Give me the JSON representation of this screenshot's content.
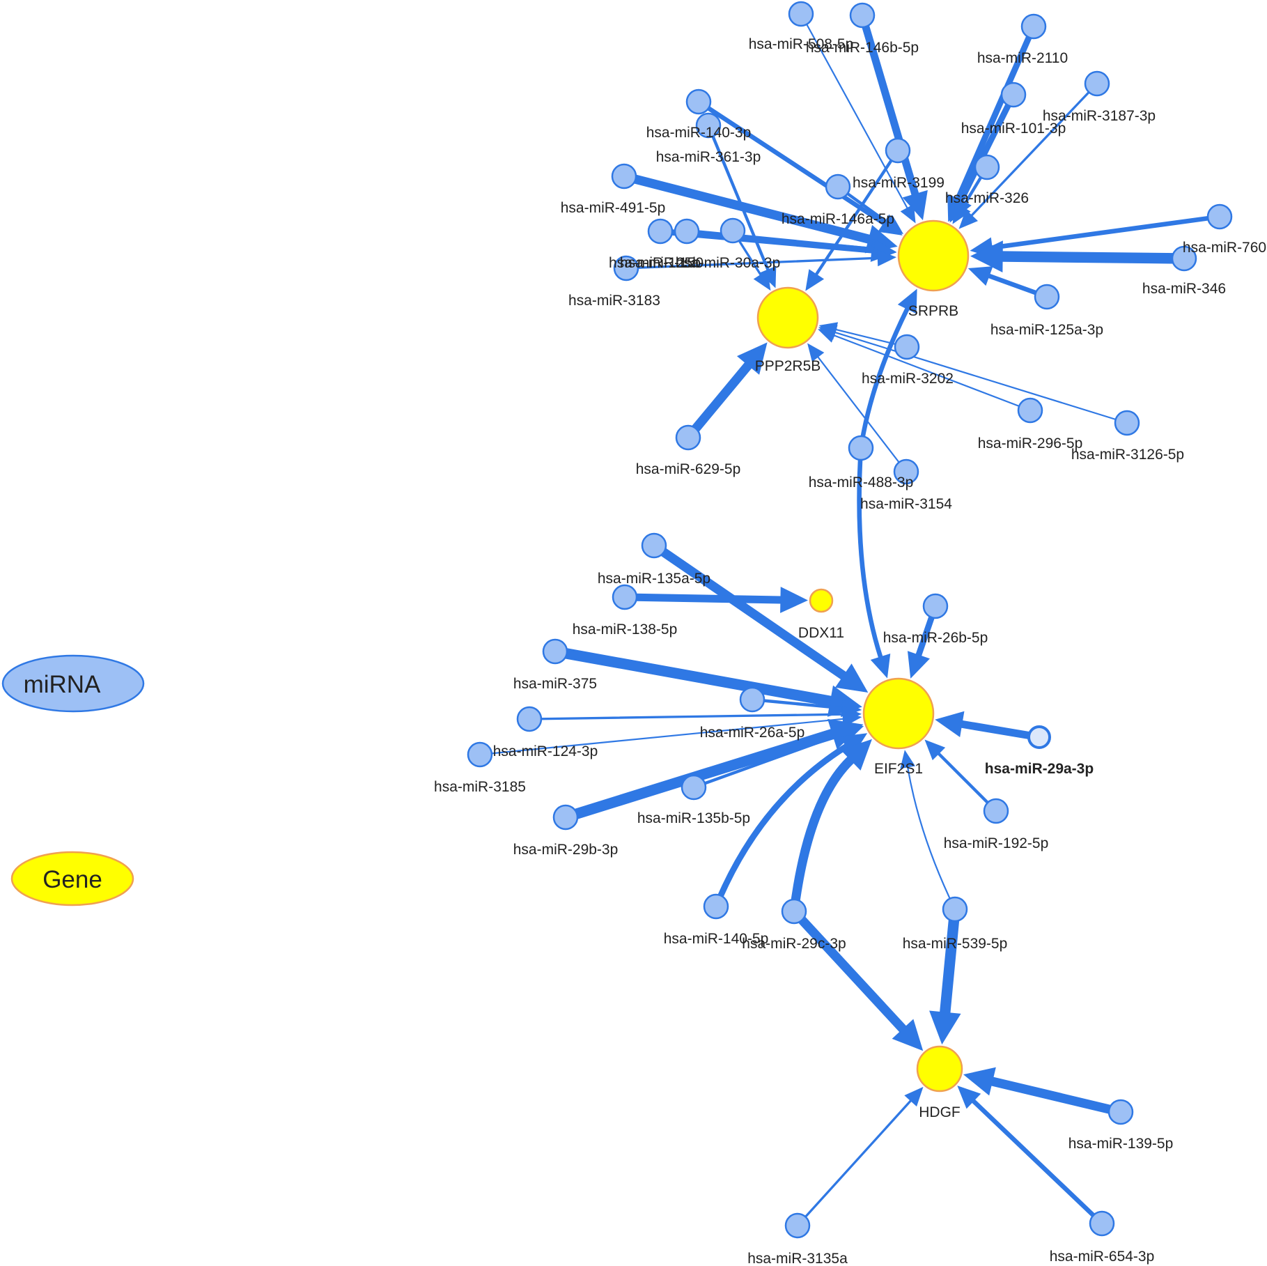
{
  "colors": {
    "edge": "#2f78e4",
    "mirna_fill": "#9dc0f5",
    "mirna_stroke": "#2f78e4",
    "gene_fill": "#ffff00",
    "gene_stroke": "#f0a050",
    "highlight_fill": "#dce8fb",
    "label": "#222222"
  },
  "legend": {
    "mirna": "miRNA",
    "gene": "Gene"
  },
  "genes": [
    {
      "id": "SRPRB",
      "label": "SRPRB"
    },
    {
      "id": "PPP2R5B",
      "label": "PPP2R5B"
    },
    {
      "id": "DDX11",
      "label": "DDX11"
    },
    {
      "id": "EIF2S1",
      "label": "EIF2S1"
    },
    {
      "id": "HDGF",
      "label": "HDGF"
    }
  ],
  "mirnas": [
    {
      "id": "m508",
      "label": "hsa-miR-508-5p"
    },
    {
      "id": "m146b",
      "label": "hsa-miR-146b-5p"
    },
    {
      "id": "m2110",
      "label": "hsa-miR-2110"
    },
    {
      "id": "m3187",
      "label": "hsa-miR-3187-3p"
    },
    {
      "id": "m101",
      "label": "hsa-miR-101-3p"
    },
    {
      "id": "m140_3p",
      "label": "hsa-miR-140-3p"
    },
    {
      "id": "m361",
      "label": "hsa-miR-361-3p"
    },
    {
      "id": "m3199",
      "label": "hsa-miR-3199"
    },
    {
      "id": "m326",
      "label": "hsa-miR-326"
    },
    {
      "id": "m491",
      "label": "hsa-miR-491-5p"
    },
    {
      "id": "m146a",
      "label": "hsa-miR-146a-5p"
    },
    {
      "id": "m760",
      "label": "hsa-miR-760"
    },
    {
      "id": "m150",
      "label": "hsa-miR-150"
    },
    {
      "id": "m125b",
      "label": "hsa-miR-125b"
    },
    {
      "id": "m30a",
      "label": "hsa-miR-30a-3p"
    },
    {
      "id": "m346",
      "label": "hsa-miR-346"
    },
    {
      "id": "m3183",
      "label": "hsa-miR-3183"
    },
    {
      "id": "m125a",
      "label": "hsa-miR-125a-3p"
    },
    {
      "id": "m3202",
      "label": "hsa-miR-3202"
    },
    {
      "id": "m296",
      "label": "hsa-miR-296-5p"
    },
    {
      "id": "m3126",
      "label": "hsa-miR-3126-5p"
    },
    {
      "id": "m629",
      "label": "hsa-miR-629-5p"
    },
    {
      "id": "m488",
      "label": "hsa-miR-488-3p"
    },
    {
      "id": "m3154",
      "label": "hsa-miR-3154"
    },
    {
      "id": "m135a",
      "label": "hsa-miR-135a-5p"
    },
    {
      "id": "m138",
      "label": "hsa-miR-138-5p"
    },
    {
      "id": "m26b",
      "label": "hsa-miR-26b-5p"
    },
    {
      "id": "m375",
      "label": "hsa-miR-375"
    },
    {
      "id": "m26a",
      "label": "hsa-miR-26a-5p"
    },
    {
      "id": "m124",
      "label": "hsa-miR-124-3p"
    },
    {
      "id": "m29a",
      "label": "hsa-miR-29a-3p",
      "highlight": true
    },
    {
      "id": "m3185",
      "label": "hsa-miR-3185"
    },
    {
      "id": "m135b",
      "label": "hsa-miR-135b-5p"
    },
    {
      "id": "m192",
      "label": "hsa-miR-192-5p"
    },
    {
      "id": "m29b",
      "label": "hsa-miR-29b-3p"
    },
    {
      "id": "m140_5p",
      "label": "hsa-miR-140-5p"
    },
    {
      "id": "m29c",
      "label": "hsa-miR-29c-3p"
    },
    {
      "id": "m539",
      "label": "hsa-miR-539-5p"
    },
    {
      "id": "m139",
      "label": "hsa-miR-139-5p"
    },
    {
      "id": "m3135a",
      "label": "hsa-miR-3135a"
    },
    {
      "id": "m654",
      "label": "hsa-miR-654-3p"
    }
  ],
  "edges": [
    {
      "from": "m508",
      "to": "SRPRB",
      "weight": 1
    },
    {
      "from": "m146b",
      "to": "SRPRB",
      "weight": 5
    },
    {
      "from": "m2110",
      "to": "SRPRB",
      "weight": 4
    },
    {
      "from": "m3187",
      "to": "SRPRB",
      "weight": 1.5
    },
    {
      "from": "m101",
      "to": "SRPRB",
      "weight": 4
    },
    {
      "from": "m140_3p",
      "to": "SRPRB",
      "weight": 3
    },
    {
      "from": "m361",
      "to": "PPP2R5B",
      "weight": 2
    },
    {
      "from": "m3199",
      "to": "PPP2R5B",
      "weight": 2
    },
    {
      "from": "m326",
      "to": "SRPRB",
      "weight": 2
    },
    {
      "from": "m491",
      "to": "SRPRB",
      "weight": 6
    },
    {
      "from": "m146a",
      "to": "SRPRB",
      "weight": 2
    },
    {
      "from": "m760",
      "to": "SRPRB",
      "weight": 3
    },
    {
      "from": "m346",
      "to": "SRPRB",
      "weight": 7
    },
    {
      "from": "m150",
      "to": "SRPRB",
      "weight": 4
    },
    {
      "from": "m125b",
      "to": "SRPRB",
      "weight": 3
    },
    {
      "from": "m30a",
      "to": "PPP2R5B",
      "weight": 1.5
    },
    {
      "from": "m3183",
      "to": "SRPRB",
      "weight": 1.5
    },
    {
      "from": "m125a",
      "to": "SRPRB",
      "weight": 3
    },
    {
      "from": "m3202",
      "to": "PPP2R5B",
      "weight": 1
    },
    {
      "from": "m296",
      "to": "PPP2R5B",
      "weight": 1
    },
    {
      "from": "m3126",
      "to": "PPP2R5B",
      "weight": 1
    },
    {
      "from": "m629",
      "to": "PPP2R5B",
      "weight": 6
    },
    {
      "from": "m488",
      "to": "SRPRB",
      "weight": 3
    },
    {
      "from": "m3154",
      "to": "PPP2R5B",
      "weight": 1
    },
    {
      "from": "m135a",
      "to": "EIF2S1",
      "weight": 6
    },
    {
      "from": "m138",
      "to": "DDX11",
      "weight": 5
    },
    {
      "from": "m26b",
      "to": "EIF2S1",
      "weight": 4
    },
    {
      "from": "m375",
      "to": "EIF2S1",
      "weight": 7
    },
    {
      "from": "m26a",
      "to": "EIF2S1",
      "weight": 2
    },
    {
      "from": "m124",
      "to": "EIF2S1",
      "weight": 1.5
    },
    {
      "from": "m3185",
      "to": "EIF2S1",
      "weight": 1
    },
    {
      "from": "m29a",
      "to": "EIF2S1",
      "weight": 5
    },
    {
      "from": "m135b",
      "to": "EIF2S1",
      "weight": 2
    },
    {
      "from": "m192",
      "to": "EIF2S1",
      "weight": 2
    },
    {
      "from": "m29b",
      "to": "EIF2S1",
      "weight": 7
    },
    {
      "from": "m140_5p",
      "to": "EIF2S1",
      "weight": 4
    },
    {
      "from": "m29c",
      "to": "EIF2S1",
      "weight": 6
    },
    {
      "from": "m29c",
      "to": "HDGF",
      "weight": 6
    },
    {
      "from": "m539",
      "to": "HDGF",
      "weight": 7
    },
    {
      "from": "m539",
      "to": "EIF2S1",
      "weight": 1
    },
    {
      "from": "m139",
      "to": "HDGF",
      "weight": 6
    },
    {
      "from": "m3135a",
      "to": "HDGF",
      "weight": 1.5
    },
    {
      "from": "m654",
      "to": "HDGF",
      "weight": 3
    },
    {
      "from": "m488",
      "to": "EIF2S1",
      "weight": 3
    }
  ]
}
